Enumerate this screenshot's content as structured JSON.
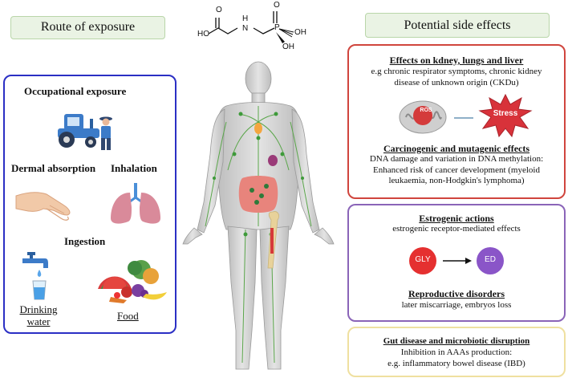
{
  "left": {
    "title": "Route of exposure",
    "occupational": "Occupational exposure",
    "dermal": "Dermal absorption",
    "inhalation": "Inhalation",
    "ingestion": "Ingestion",
    "drinking_water_line1": "Drinking",
    "drinking_water_line2": "water",
    "food": "Food"
  },
  "molecule": {
    "ho_left": "HO",
    "oxygen_top": "O",
    "nitrogen": "N",
    "hydrogen": "H",
    "phosphorus": "P",
    "oh_right": "OH",
    "oh_bottom": "OH"
  },
  "right": {
    "title": "Potential side effects",
    "box1": {
      "heading1": "Effects on kdney, lungs and liver",
      "text1_line1": "e.g chronic respirator symptoms, chronic kidney",
      "text1_line2": "disease of unknown origin (CKDu)",
      "ros_label": "ROS",
      "stress_label": "Stress",
      "heading2": "Carcinogenic and mutagenic effects",
      "text2_line1": "DNA damage and variation in DNA methylation:",
      "text2_line2": "Enhanced risk of cancer development (myeloid",
      "text2_line3": "leukaemia, non-Hodgkin's lymphoma)"
    },
    "box2": {
      "heading1": "Estrogenic actions",
      "text1": "estrogenic receptor-mediated effects",
      "gly": "GLY",
      "ed": "ED",
      "heading2": "Reproductive disorders",
      "text2": "later miscarriage, embryos loss"
    },
    "box3": {
      "heading": "Gut disease and microbiotic disruption",
      "text_line1": "Inhibition in AAAs production:",
      "text_line2": "e.g.  inflammatory bowel disease (IBD)"
    }
  },
  "colors": {
    "left_border": "#2b2fc4",
    "box1_border": "#d0453d",
    "box2_border": "#8a64b8",
    "box3_border": "#efe0a0",
    "title_bg": "#eaf3e4",
    "gly": "#e53030",
    "ed": "#8a55c8",
    "stress": "#d8323a"
  },
  "icons": [
    "tractor-icon",
    "farmer-icon",
    "hand-icon",
    "lungs-icon",
    "faucet-icon",
    "water-glass-icon",
    "food-basket-icon",
    "mitochondria-icon",
    "stress-burst-icon",
    "human-body-icon",
    "glyphosate-molecule"
  ]
}
